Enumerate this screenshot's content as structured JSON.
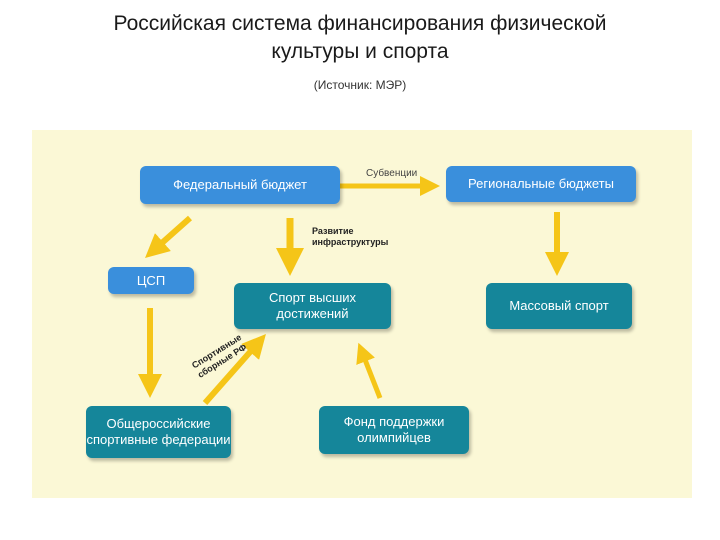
{
  "title": {
    "line1": "Российская система финансирования физической",
    "line2": "культуры и спорта"
  },
  "source": "(Источник: МЭР)",
  "diagram": {
    "nodes": {
      "federal_budget": "Федеральный бюджет",
      "regional_budgets": "Региональные бюджеты",
      "csp": "ЦСП",
      "elite_sport": "Спорт высших достижений",
      "mass_sport": "Массовый спорт",
      "federations": "Общероссийские спортивные федерации",
      "olympic_fund": "Фонд поддержки олимпийцев"
    },
    "labels": {
      "subventions": "Субвенции",
      "infrastructure": "Развитие инфраструктуры",
      "teams": "Спортивные сборные РФ"
    },
    "colors": {
      "budget_boxes": "#3a8fdc",
      "sport_boxes": "#15869a",
      "arrows": "#f5c518",
      "background": "#fbf8d6"
    }
  }
}
